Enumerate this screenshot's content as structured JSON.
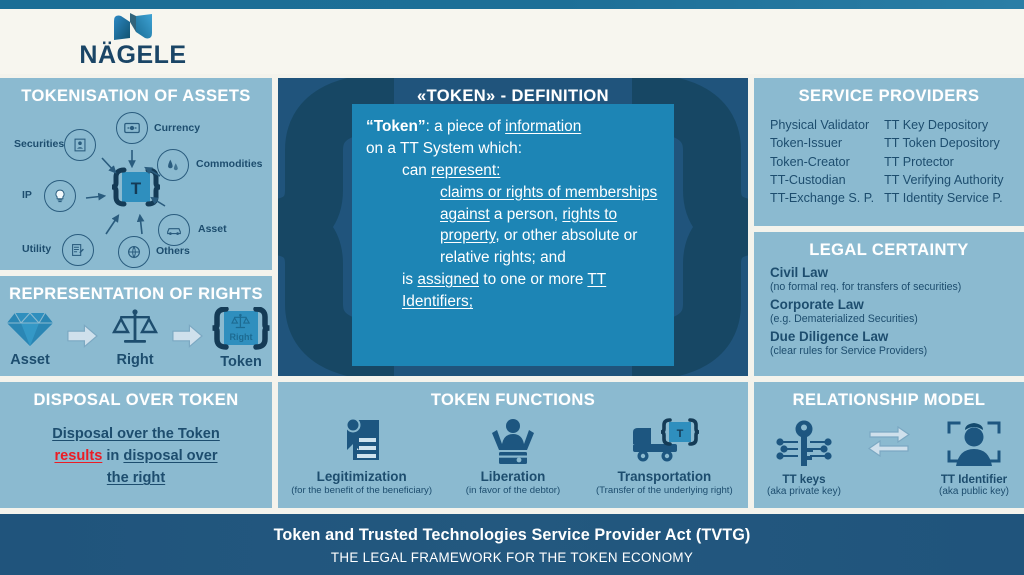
{
  "brand": {
    "name": "NÄGELE",
    "logo_icon": "nagele-n-logo",
    "accent": "#1b6e96",
    "dark": "#20547c",
    "panel_bg": "#8bbad0",
    "inner_blue": "#1d85b5",
    "text_blue": "#1d4d6e",
    "red": "#ec1c24"
  },
  "tokenisation": {
    "title": "TOKENISATION OF ASSETS",
    "core_letter": "T",
    "nodes": [
      {
        "label": "Currency",
        "icon": "banknote-icon"
      },
      {
        "label": "Commodities",
        "icon": "oil-drop-icon"
      },
      {
        "label": "Asset",
        "icon": "car-icon"
      },
      {
        "label": "Others",
        "icon": "globe-icon"
      },
      {
        "label": "Utility",
        "icon": "document-wrench-icon"
      },
      {
        "label": "IP",
        "icon": "lightbulb-icon"
      },
      {
        "label": "Securities",
        "icon": "certificate-person-icon"
      }
    ]
  },
  "rights": {
    "title": "REPRESENTATION OF RIGHTS",
    "steps": [
      {
        "label": "Asset",
        "icon": "diamond-icon"
      },
      {
        "label": "Right",
        "icon": "scales-icon"
      },
      {
        "label": "Token",
        "icon": "token-bracket-icon",
        "inner_label": "Right"
      }
    ]
  },
  "definition": {
    "title": "«TOKEN» - DEFINITION",
    "lines": {
      "l1_a": "“Token”",
      "l1_b": ": a piece of ",
      "l1_c": "information",
      "l2": "on a TT System which:",
      "l3_a": "can ",
      "l3_b": "represent:",
      "l4_a": "claims or rights of memberships",
      "l4_b": "against",
      "l4_c": " a person, ",
      "l4_d": "rights to",
      "l4_e": "property",
      "l4_f": ", or other absolute or",
      "l4_g": "relative rights; and",
      "l5_a": "is ",
      "l5_b": "assigned",
      "l5_c": " to one or more ",
      "l5_d": "TT",
      "l5_e": "Identifiers;"
    }
  },
  "service_providers": {
    "title": "SERVICE PROVIDERS",
    "column_left": [
      "Physical Validator",
      "Token-Issuer",
      "Token-Creator",
      "TT-Custodian",
      "TT-Exchange S. P."
    ],
    "column_right": [
      "TT Key Depository",
      "TT Token Depository",
      "TT Protector",
      "TT Verifying Authority",
      "TT Identity Service P."
    ]
  },
  "legal_certainty": {
    "title": "LEGAL CERTAINTY",
    "items": [
      {
        "head": "Civil Law",
        "sub": "(no formal req. for transfers of securities)"
      },
      {
        "head": "Corporate Law",
        "sub": "(e.g. Dematerialized Securities)"
      },
      {
        "head": "Due Diligence Law",
        "sub": "(clear rules for Service Providers)"
      }
    ]
  },
  "disposal": {
    "title": "DISPOSAL OVER TOKEN",
    "part1": "Disposal over the Token",
    "part2": "results",
    "part3": " in ",
    "part4": "disposal over",
    "part5": "the right"
  },
  "token_functions": {
    "title": "TOKEN FUNCTIONS",
    "items": [
      {
        "name": "Legitimization",
        "sub": "(for the benefit of the beneficiary)",
        "icon": "certificate-icon"
      },
      {
        "name": "Liberation",
        "sub": "(in favor of the debtor)",
        "icon": "person-card-icon"
      },
      {
        "name": "Transportation",
        "sub": "(Transfer of the underlying right)",
        "icon": "truck-token-icon"
      }
    ]
  },
  "relationship_model": {
    "title": "RELATIONSHIP MODEL",
    "left": {
      "name": "TT keys",
      "sub": "(aka private key)",
      "icon": "key-circuit-icon"
    },
    "middle": {
      "icon": "exchange-arrows-icon"
    },
    "right": {
      "name": "TT Identifier",
      "sub": "(aka public key)",
      "icon": "person-scan-icon"
    }
  },
  "footer": {
    "title": "Token and Trusted Technologies Service Provider Act (TVTG)",
    "subtitle": "THE LEGAL FRAMEWORK FOR THE TOKEN ECONOMY"
  }
}
